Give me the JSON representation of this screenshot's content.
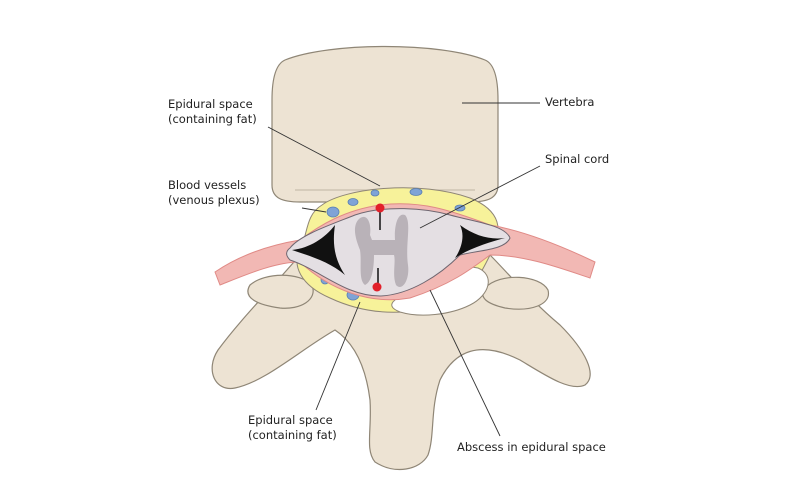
{
  "labels": {
    "epidural_top": [
      "Epidural space",
      "(containing fat)"
    ],
    "blood_vessels": [
      "Blood vessels",
      "(venous plexus)"
    ],
    "vertebra": "Vertebra",
    "spinal_cord": "Spinal cord",
    "epidural_bottom": [
      "Epidural space",
      "(containing fat)"
    ],
    "abscess": "Abscess in epidural space"
  },
  "colors": {
    "bone": "#ede3d3",
    "bone_outline": "#8f8676",
    "fat": "#f7f29a",
    "vessel": "#7fa3d6",
    "dura": "#f2b8b4",
    "cord": "#e4dfe3",
    "grey_matter": "#b9b2b8",
    "artery": "#e2202a",
    "abscess": "#ffffff"
  }
}
